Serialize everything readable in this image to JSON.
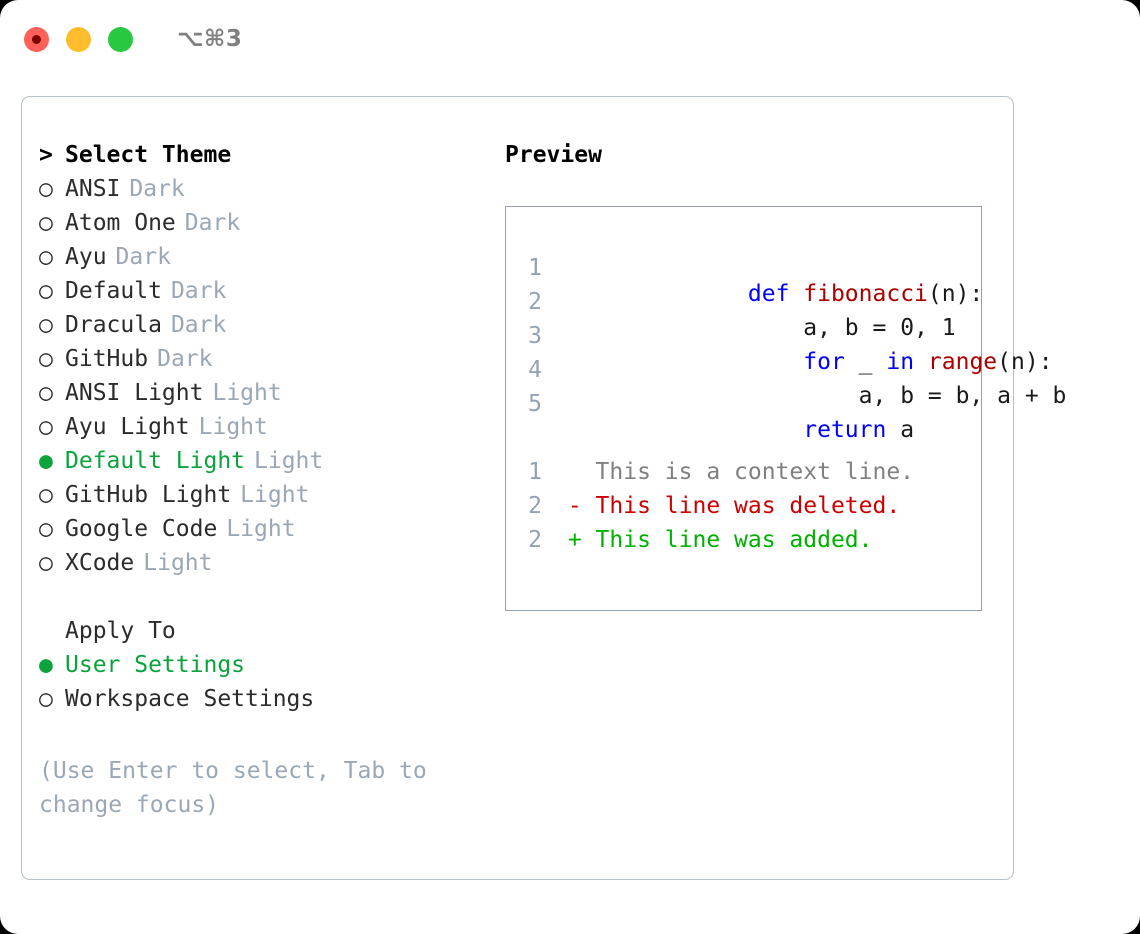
{
  "titlebar": {
    "shortcut": "⌥⌘3",
    "lights": [
      {
        "name": "close",
        "color": "#ff6057"
      },
      {
        "name": "minimize",
        "color": "#ffbd2e"
      },
      {
        "name": "maximize",
        "color": "#28c840"
      }
    ]
  },
  "theme_list": {
    "header": {
      "marker": ">",
      "label": "Select Theme"
    },
    "items": [
      {
        "marker": "○",
        "label": "ANSI",
        "tag": "Dark",
        "selected": false
      },
      {
        "marker": "○",
        "label": "Atom One",
        "tag": "Dark",
        "selected": false
      },
      {
        "marker": "○",
        "label": "Ayu",
        "tag": "Dark",
        "selected": false
      },
      {
        "marker": "○",
        "label": "Default",
        "tag": "Dark",
        "selected": false
      },
      {
        "marker": "○",
        "label": "Dracula",
        "tag": "Dark",
        "selected": false
      },
      {
        "marker": "○",
        "label": "GitHub",
        "tag": "Dark",
        "selected": false
      },
      {
        "marker": "○",
        "label": "ANSI Light",
        "tag": "Light",
        "selected": false
      },
      {
        "marker": "○",
        "label": "Ayu Light",
        "tag": "Light",
        "selected": false
      },
      {
        "marker": "●",
        "label": "Default Light",
        "tag": "Light",
        "selected": true
      },
      {
        "marker": "○",
        "label": "GitHub Light",
        "tag": "Light",
        "selected": false
      },
      {
        "marker": "○",
        "label": "Google Code",
        "tag": "Light",
        "selected": false
      },
      {
        "marker": "○",
        "label": "XCode",
        "tag": "Light",
        "selected": false
      }
    ]
  },
  "apply_to": {
    "header": {
      "marker": "",
      "label": "Apply To"
    },
    "items": [
      {
        "marker": "●",
        "label": "User Settings",
        "selected": true
      },
      {
        "marker": "○",
        "label": "Workspace Settings",
        "selected": false
      }
    ]
  },
  "hint": "(Use Enter to select, Tab to change focus)",
  "preview": {
    "title": "Preview",
    "code_lines": [
      {
        "lineno": "1",
        "tokens": [
          {
            "text": "def ",
            "type": "keyword"
          },
          {
            "text": "fibonacci",
            "type": "function"
          },
          {
            "text": "(n):",
            "type": "plain"
          }
        ]
      },
      {
        "lineno": "2",
        "tokens": [
          {
            "text": "    a, b = 0, 1",
            "type": "plain"
          }
        ]
      },
      {
        "lineno": "3",
        "tokens": [
          {
            "text": "    ",
            "type": "plain"
          },
          {
            "text": "for",
            "type": "keyword"
          },
          {
            "text": " _ ",
            "type": "plain"
          },
          {
            "text": "in",
            "type": "keyword"
          },
          {
            "text": " ",
            "type": "plain"
          },
          {
            "text": "range",
            "type": "function"
          },
          {
            "text": "(n):",
            "type": "plain"
          }
        ]
      },
      {
        "lineno": "4",
        "tokens": [
          {
            "text": "        a, b = b, a + b",
            "type": "plain"
          }
        ]
      },
      {
        "lineno": "5",
        "tokens": [
          {
            "text": "    ",
            "type": "plain"
          },
          {
            "text": "return",
            "type": "keyword"
          },
          {
            "text": " a",
            "type": "plain"
          }
        ]
      }
    ],
    "diff_lines": [
      {
        "lineno": "1",
        "text": "   This is a context line.",
        "kind": "context"
      },
      {
        "lineno": "2",
        "text": " - This line was deleted.",
        "kind": "deleted"
      },
      {
        "lineno": "2",
        "text": " + This line was added.",
        "kind": "added"
      }
    ]
  },
  "colors": {
    "accent_green": "#0aa33c",
    "muted": "#9aa7b4",
    "keyword_blue": "#0000ff",
    "function_red": "#aa0000",
    "diff_delete": "#cc0000",
    "diff_add": "#00b000",
    "border": "#b8c2cc"
  }
}
